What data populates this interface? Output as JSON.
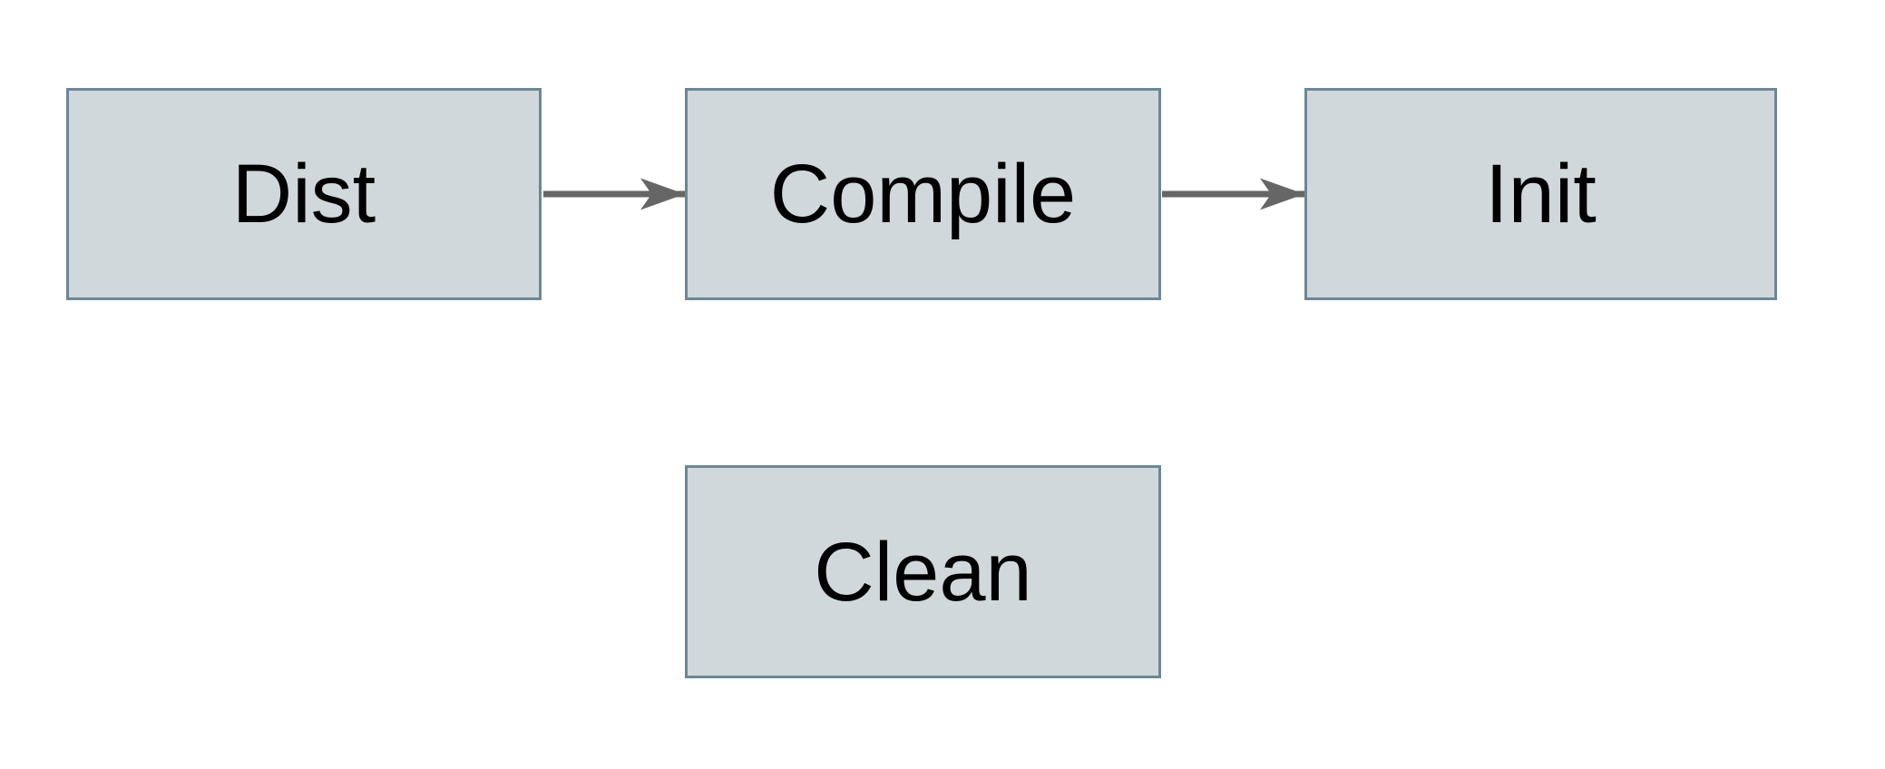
{
  "diagram": {
    "type": "flowchart",
    "nodes": [
      {
        "id": "dist",
        "label": "Dist"
      },
      {
        "id": "compile",
        "label": "Compile"
      },
      {
        "id": "init",
        "label": "Init"
      },
      {
        "id": "clean",
        "label": "Clean"
      }
    ],
    "edges": [
      {
        "from": "dist",
        "to": "compile",
        "style": "solid-arrow"
      },
      {
        "from": "compile",
        "to": "init",
        "style": "solid-arrow"
      }
    ],
    "colors": {
      "node_fill": "#d1d8db",
      "node_border": "#6c8795",
      "arrow": "#666666",
      "text": "#000000",
      "background": "#ffffff"
    }
  }
}
